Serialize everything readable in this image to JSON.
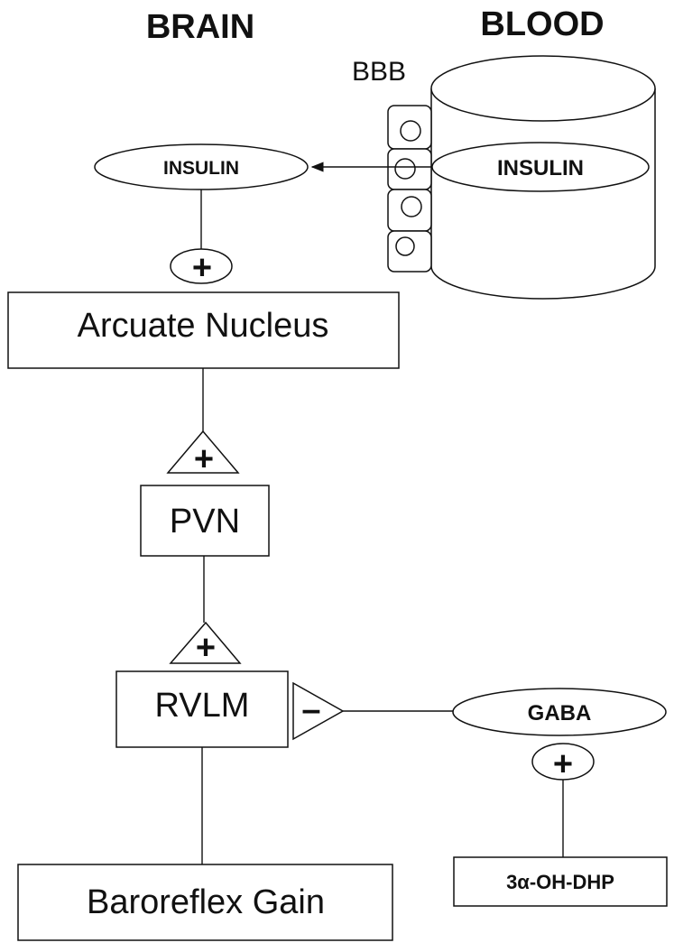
{
  "headers": {
    "brain": "BRAIN",
    "blood": "BLOOD"
  },
  "bbb_label": "BBB",
  "nodes": {
    "insulin_brain": "INSULIN",
    "insulin_blood": "INSULIN",
    "arcuate": "Arcuate Nucleus",
    "pvn": "PVN",
    "rvlm": "RVLM",
    "baroreflex": "Baroreflex Gain",
    "gaba": "GABA",
    "dhp": "3α-OH-DHP"
  },
  "signs": {
    "plus": "+",
    "minus": "–"
  }
}
